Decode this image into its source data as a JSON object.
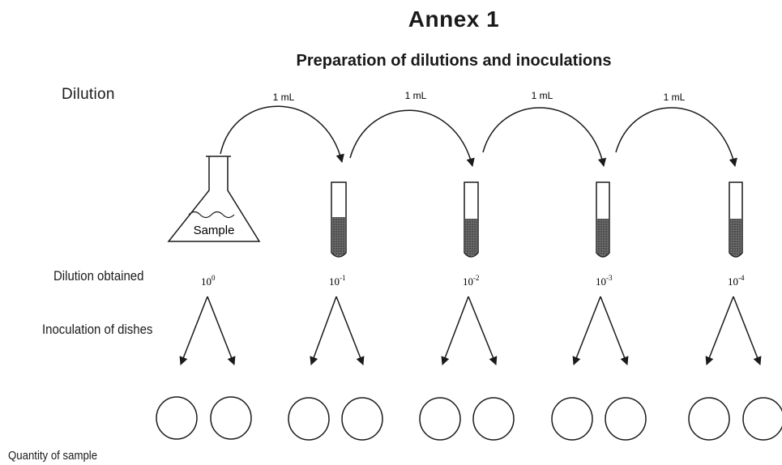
{
  "title": "Annex 1",
  "subtitle": "Preparation of dilutions and inoculations",
  "labels": {
    "dilution": "Dilution",
    "dilution_obtained": "Dilution obtained",
    "inoculation": "Inoculation of dishes",
    "quantity": "Quantity of sample"
  },
  "transfer_label": "1 mL",
  "sample_label": "Sample",
  "dilutions": [
    {
      "base": "10",
      "exp": "0"
    },
    {
      "base": "10",
      "exp": "-1"
    },
    {
      "base": "10",
      "exp": "-2"
    },
    {
      "base": "10",
      "exp": "-3"
    },
    {
      "base": "10",
      "exp": "-4"
    }
  ],
  "colors": {
    "ink": "#1a1a1a",
    "tube_fill": "#555555"
  }
}
